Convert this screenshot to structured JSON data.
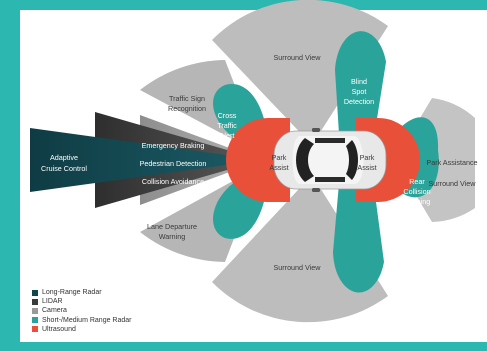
{
  "sensors": {
    "surround_view_top": "Surround View",
    "surround_view_bottom": "Surround View",
    "blind_spot": [
      "Blind",
      "Spot",
      "Detection"
    ],
    "traffic_sign": [
      "Traffic Sign",
      "Recognition"
    ],
    "cross_traffic": [
      "Cross",
      "Traffic",
      "Alert"
    ],
    "park_assist_front": [
      "Park",
      "Assist"
    ],
    "park_assist_rear": [
      "Park",
      "Assist"
    ],
    "rear_collision": [
      "Rear",
      "Collision",
      "Warning"
    ],
    "adaptive_cruise": [
      "Adaptive",
      "Cruise Control"
    ],
    "emergency_braking": "Emergency Braking",
    "pedestrian_detection": "Pedestrian Detection",
    "collision_avoidance": "Collision Avoidance",
    "lane_departure": [
      "Lane Departure",
      "Warning"
    ],
    "park_assistance": "Park Assistance",
    "surround_view_right": "Surround View"
  },
  "legend": [
    {
      "label": "Long-Range Radar",
      "color": "#12464f"
    },
    {
      "label": "LIDAR",
      "color": "#3a3a3a"
    },
    {
      "label": "Camera",
      "color": "#9a9a9a"
    },
    {
      "label": "Short-/Medium Range Radar",
      "color": "#2aa39a"
    },
    {
      "label": "Ultrasound",
      "color": "#e8503a"
    }
  ],
  "colors": {
    "frame": "#2cb8b0",
    "camera": "#b9b9b9",
    "teal": "#2aa39a",
    "ultrasound": "#e8503a",
    "long_range": "#12464f",
    "lidar": "#3a3a3a"
  }
}
